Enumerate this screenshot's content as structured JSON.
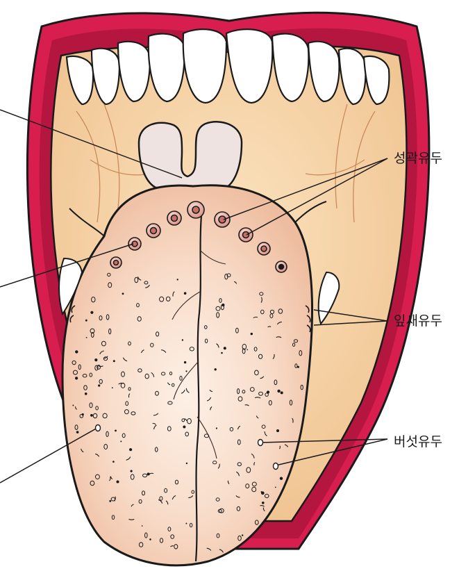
{
  "labels": {
    "circumvallate": "성곽유두",
    "foliate": "잎새유두",
    "fungiform": "버섯유두"
  },
  "colors": {
    "lip": "#d81e4f",
    "lip_dark": "#a4123a",
    "mouth_interior": "#f7d4a6",
    "tongue": "#f8dcc9",
    "tongue_shade": "#efbfa3",
    "papilla": "#e9a79a",
    "uvula": "#efe3e1",
    "teeth": "#ffffff",
    "line": "#1a1a1a"
  }
}
